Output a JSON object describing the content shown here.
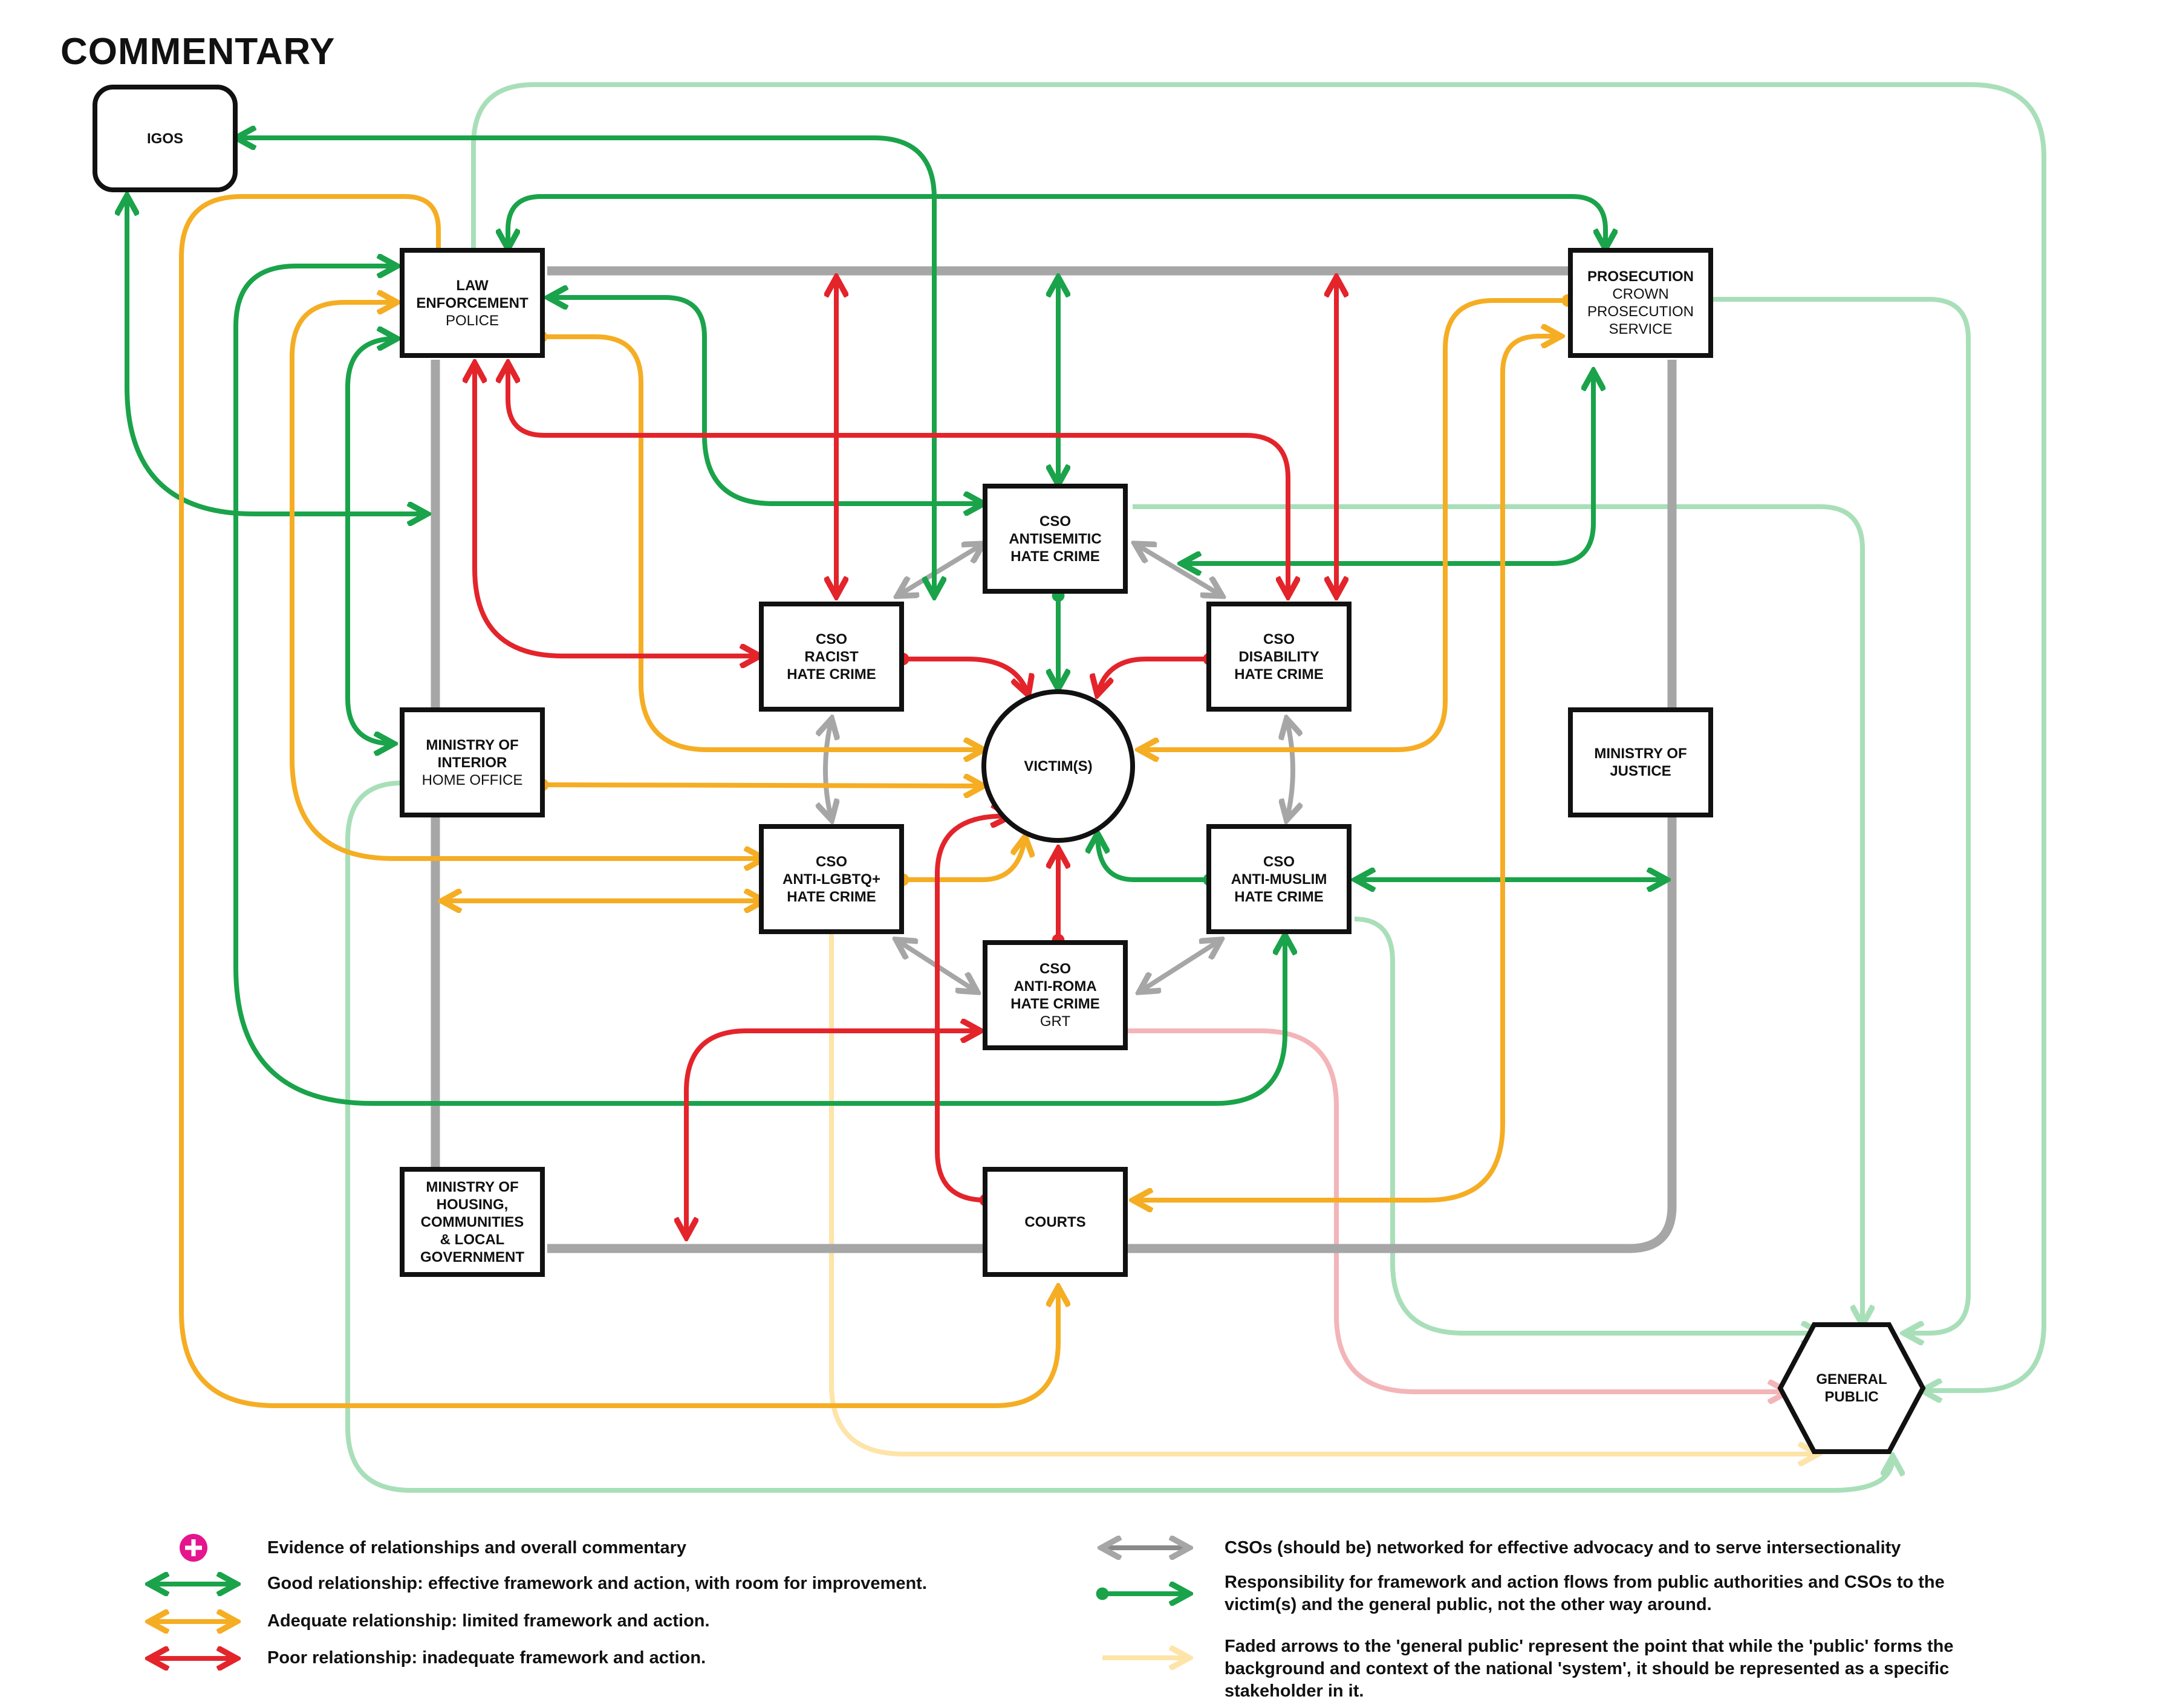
{
  "title": "COMMENTARY",
  "colors": {
    "good": "#1aa34a",
    "adequate": "#f5ad23",
    "poor": "#e3242b",
    "network": "#a6a6a6",
    "faded_green": "#a8dfb9",
    "faded_yellow": "#fde4a8",
    "faded_red": "#f3b5b8",
    "evidence": "#e5158d"
  },
  "nodes": {
    "igos": {
      "line1": "IGOS"
    },
    "law": {
      "line1": "LAW",
      "line2": "ENFORCEMENT",
      "line3": "POLICE"
    },
    "prosecution": {
      "line1": "PROSECUTION",
      "line2": "CROWN",
      "line3": "PROSECUTION",
      "line4": "SERVICE"
    },
    "interior": {
      "line1": "MINISTRY OF",
      "line2": "INTERIOR",
      "line3": "HOME OFFICE"
    },
    "justice": {
      "line1": "MINISTRY OF",
      "line2": "JUSTICE"
    },
    "housing": {
      "line1": "MINISTRY OF",
      "line2": "HOUSING,",
      "line3": "COMMUNITIES",
      "line4": "& LOCAL",
      "line5": "GOVERNMENT"
    },
    "courts": {
      "line1": "COURTS"
    },
    "antisemitic": {
      "line1": "CSO",
      "line2": "ANTISEMITIC",
      "line3": "HATE CRIME"
    },
    "racist": {
      "line1": "CSO",
      "line2": "RACIST",
      "line3": "HATE CRIME"
    },
    "disability": {
      "line1": "CSO",
      "line2": "DISABILITY",
      "line3": "HATE CRIME"
    },
    "lgbtq": {
      "line1": "CSO",
      "line2": "ANTI-LGBTQ+",
      "line3": "HATE CRIME"
    },
    "muslim": {
      "line1": "CSO",
      "line2": "ANTI-MUSLIM",
      "line3": "HATE CRIME"
    },
    "roma": {
      "line1": "CSO",
      "line2": "ANTI-ROMA",
      "line3": "HATE CRIME",
      "line4": "GRT"
    },
    "victims": {
      "line1": "VICTIM(S)"
    },
    "public": {
      "line1": "GENERAL",
      "line2": "PUBLIC"
    }
  },
  "legend": {
    "evidence": "Evidence of relationships and overall commentary",
    "good": "Good relationship: effective framework and action, with room for improvement.",
    "adequate": "Adequate relationship: limited framework and action.",
    "poor": "Poor relationship: inadequate framework and action.",
    "network": "CSOs (should be) networked for effective advocacy and to serve intersectionality",
    "responsibility_1": "Responsibility for framework and action flows from public authorities and CSOs to the",
    "responsibility_2": "victim(s) and the general public, not the other way around.",
    "faded_1": "Faded arrows to the 'general public' represent the point that while the 'public' forms the",
    "faded_2": "background and context of the national 'system', it should be represented as a specific",
    "faded_3": "stakeholder in it."
  }
}
